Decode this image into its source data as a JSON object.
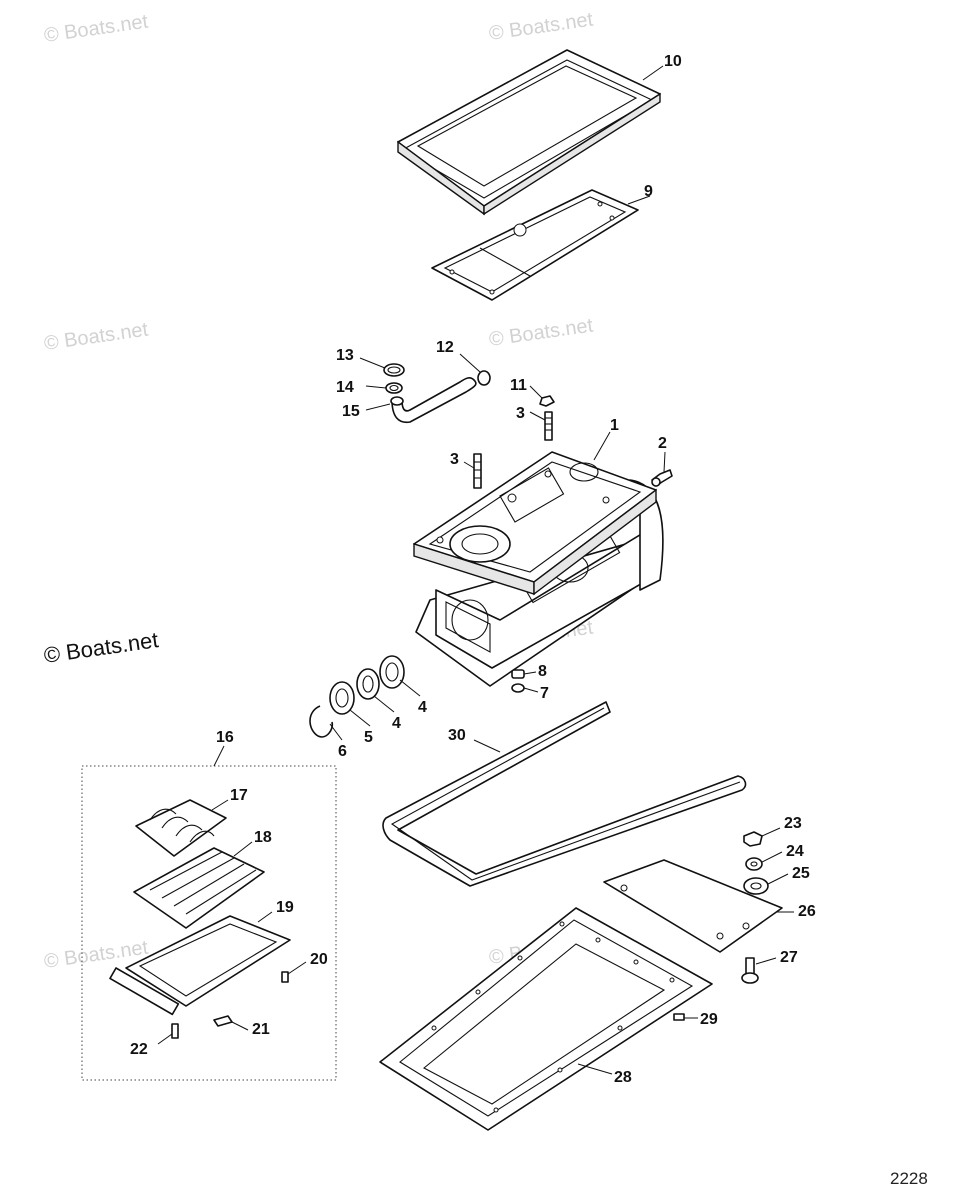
{
  "watermark": {
    "text": "© Boats.net"
  },
  "figure_number": "2228",
  "callouts": [
    {
      "id": "c10",
      "label": "10"
    },
    {
      "id": "c9",
      "label": "9"
    },
    {
      "id": "c13",
      "label": "13"
    },
    {
      "id": "c14",
      "label": "14"
    },
    {
      "id": "c15",
      "label": "15"
    },
    {
      "id": "c12",
      "label": "12"
    },
    {
      "id": "c11",
      "label": "11"
    },
    {
      "id": "c3a",
      "label": "3"
    },
    {
      "id": "c3b",
      "label": "3"
    },
    {
      "id": "c1",
      "label": "1"
    },
    {
      "id": "c2",
      "label": "2"
    },
    {
      "id": "c8",
      "label": "8"
    },
    {
      "id": "c7",
      "label": "7"
    },
    {
      "id": "c4a",
      "label": "4"
    },
    {
      "id": "c4b",
      "label": "4"
    },
    {
      "id": "c5",
      "label": "5"
    },
    {
      "id": "c6",
      "label": "6"
    },
    {
      "id": "c30",
      "label": "30"
    },
    {
      "id": "c16",
      "label": "16"
    },
    {
      "id": "c17",
      "label": "17"
    },
    {
      "id": "c18",
      "label": "18"
    },
    {
      "id": "c19",
      "label": "19"
    },
    {
      "id": "c20",
      "label": "20"
    },
    {
      "id": "c21",
      "label": "21"
    },
    {
      "id": "c22",
      "label": "22"
    },
    {
      "id": "c23",
      "label": "23"
    },
    {
      "id": "c24",
      "label": "24"
    },
    {
      "id": "c25",
      "label": "25"
    },
    {
      "id": "c26",
      "label": "26"
    },
    {
      "id": "c27",
      "label": "27"
    },
    {
      "id": "c28",
      "label": "28"
    },
    {
      "id": "c29",
      "label": "29"
    }
  ]
}
